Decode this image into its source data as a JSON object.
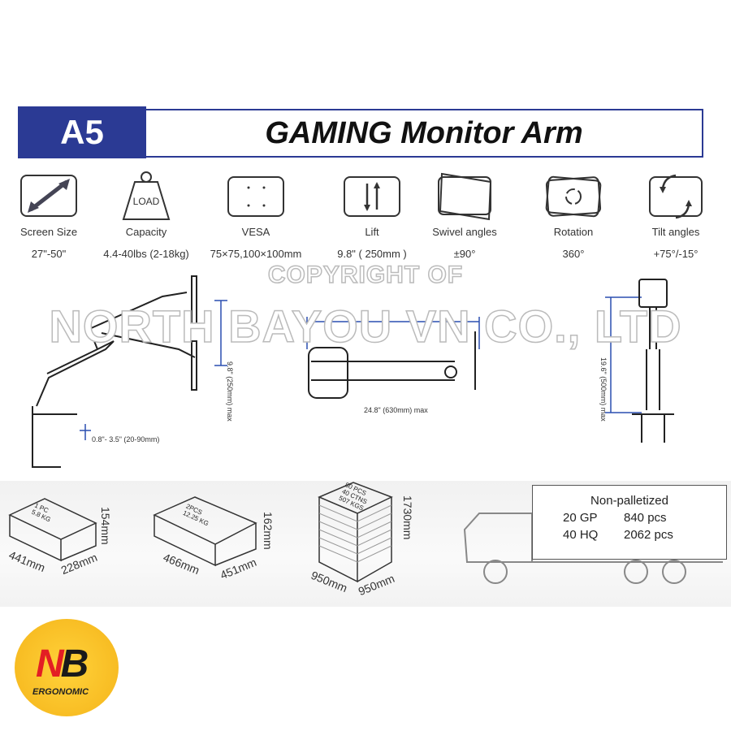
{
  "header": {
    "model": "A5",
    "title": "GAMING Monitor Arm"
  },
  "features": [
    {
      "label": "Screen Size",
      "value": "27\"-50\"",
      "icon": "diagonal-arrow-icon"
    },
    {
      "label": "Capacity",
      "value": "4.4-40lbs (2-18kg)",
      "icon": "weight-icon",
      "icon_text": "LOAD"
    },
    {
      "label": "VESA",
      "value": "75×75,100×100mm",
      "icon": "vesa-icon"
    },
    {
      "label": "Lift",
      "value": "9.8\" ( 250mm )",
      "icon": "lift-arrows-icon"
    },
    {
      "label": "Swivel angles",
      "value": "±90°",
      "icon": "swivel-icon"
    },
    {
      "label": "Rotation",
      "value": "360°",
      "icon": "rotation-icon"
    },
    {
      "label": "Tilt angles",
      "value": "+75°/-15°",
      "icon": "tilt-icon"
    }
  ],
  "watermark": {
    "line1": "COPYRIGHT OF",
    "line2": "NORTH BAYOU VN CO., LTD"
  },
  "diagrams": {
    "lift_range": "9.8\" (250mm) max",
    "clamp_range": "0.8\"- 3.5\" (20-90mm)",
    "reach": "24.8\" (630mm) max",
    "height": "19.6\" (500mm) max"
  },
  "packaging": [
    {
      "label": "1 PC",
      "weight": "5.8 KG",
      "length": "441mm",
      "width": "228mm",
      "height": "154mm"
    },
    {
      "label": "2PCS",
      "weight": "12.25 KG",
      "length": "466mm",
      "width": "451mm",
      "height": "162mm"
    },
    {
      "label": "80 PCS",
      "cartons": "40 CTNS",
      "weight": "507 KGS",
      "length": "950mm",
      "width": "950mm",
      "height": "1730mm"
    }
  ],
  "shipping": {
    "title": "Non-palletized",
    "rows": [
      {
        "container": "20 GP",
        "qty": "840 pcs"
      },
      {
        "container": "40 HQ",
        "qty": "2062 pcs"
      }
    ]
  },
  "logo": {
    "mark": "NB",
    "sub": "ERGONOMIC"
  }
}
